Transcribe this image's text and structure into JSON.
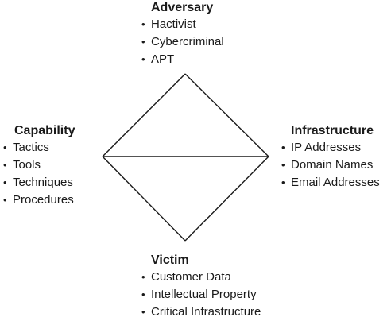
{
  "diagram": {
    "line_color": "#1a1a1a",
    "text_color": "#1a1a1a",
    "vertices": {
      "adversary": {
        "title": "Adversary",
        "items": [
          "Hactivist",
          "Cybercriminal",
          "APT"
        ]
      },
      "capability": {
        "title": "Capability",
        "items": [
          "Tactics",
          "Tools",
          "Techniques",
          "Procedures"
        ]
      },
      "infrastructure": {
        "title": "Infrastructure",
        "items": [
          "IP Addresses",
          "Domain Names",
          "Email Addresses"
        ]
      },
      "victim": {
        "title": "Victim",
        "items": [
          "Customer Data",
          "Intellectual Property",
          "Critical Infrastructure"
        ]
      }
    }
  }
}
